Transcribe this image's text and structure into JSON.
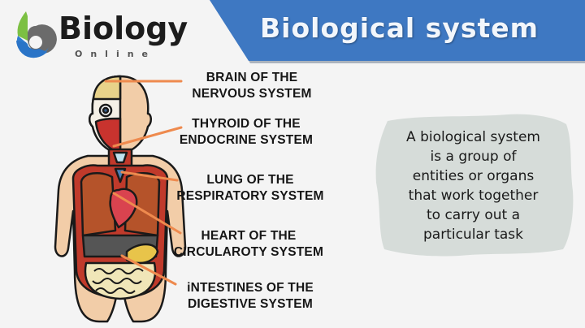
{
  "logo": {
    "wordmark": "Biology",
    "subtext": "Online",
    "colors": {
      "blue": "#2f7dd1",
      "green": "#7cc043",
      "gray": "#6a6a6a"
    }
  },
  "banner": {
    "title": "Biological system",
    "color": "#3e78c2"
  },
  "figure": {
    "icon": "human-torso-anatomy-illustration",
    "labels": [
      {
        "line1": "BRAIN OF THE",
        "line2": "NERVOUS SYSTEM"
      },
      {
        "line1": "THYROID OF THE",
        "line2": "ENDOCRINE SYSTEM"
      },
      {
        "line1": "LUNG OF THE",
        "line2": "RESPIRATORY SYSTEM"
      },
      {
        "line1": "HEART OF THE",
        "line2": "CIRCULAROTY SYSTEM"
      },
      {
        "line1": "iNTESTINES OF THE",
        "line2": "DIGESTIVE SYSTEM"
      }
    ],
    "arrow_color": "#ee8a4e"
  },
  "definition": {
    "lines": [
      "A biological system",
      "is a  group of",
      "entities or organs",
      "that work together",
      "to carry out a",
      "particular task"
    ],
    "background": "#d6dcd9"
  }
}
